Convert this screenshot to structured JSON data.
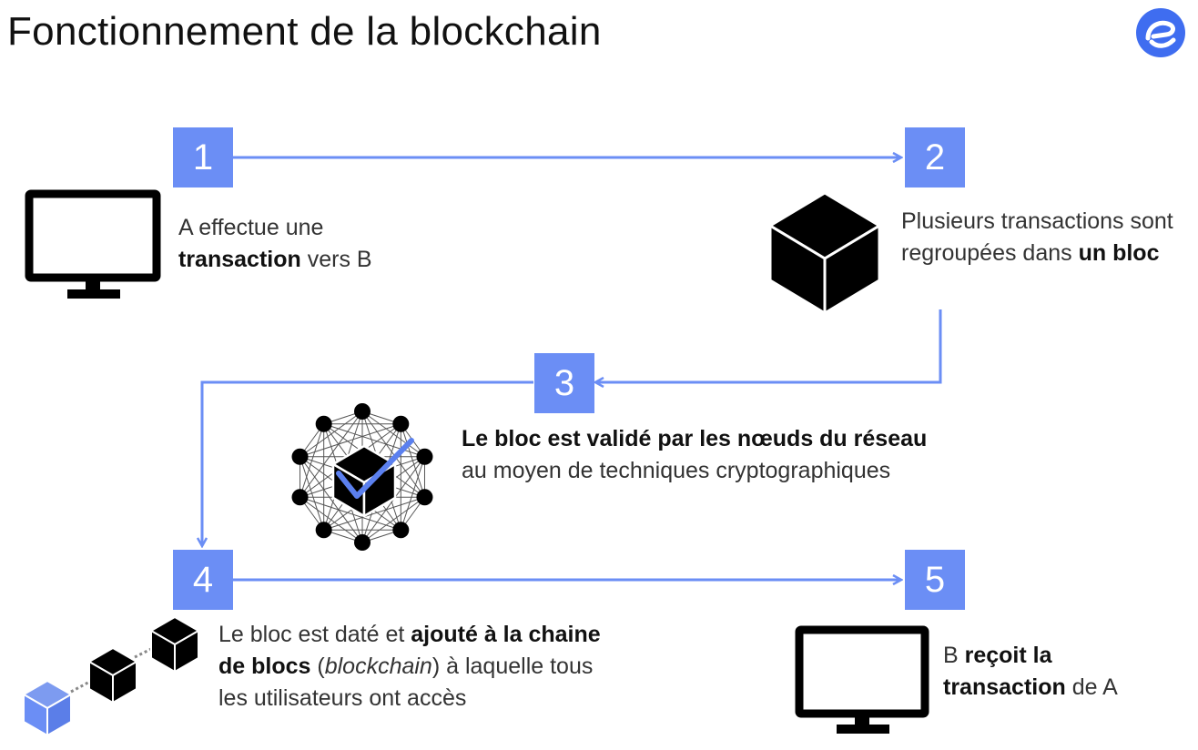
{
  "title": "Fonctionnement de la blockchain",
  "colors": {
    "accent": "#6b8ef5",
    "text": "#333333",
    "dark": "#111111"
  },
  "steps": [
    {
      "num": "1",
      "parts": [
        "A effectue une ",
        "transaction",
        " vers B"
      ]
    },
    {
      "num": "2",
      "parts": [
        "Plusieurs transactions sont regroupées dans ",
        "un bloc"
      ]
    },
    {
      "num": "3",
      "parts": [
        "Le bloc est validé par les nœuds du réseau",
        " au moyen de techniques cryptographiques"
      ]
    },
    {
      "num": "4",
      "parts": [
        "Le bloc est daté et ",
        "ajouté à la chaine de blocs",
        " (",
        "blockchain",
        ") à laquelle tous les utilisateurs ont accès"
      ]
    },
    {
      "num": "5",
      "parts": [
        "B ",
        "reçoit la transaction",
        " de A"
      ]
    }
  ],
  "icons": [
    "monitor-icon",
    "cube-icon",
    "network-validation-icon",
    "blockchain-icon",
    "monitor-icon",
    "logo-icon"
  ]
}
